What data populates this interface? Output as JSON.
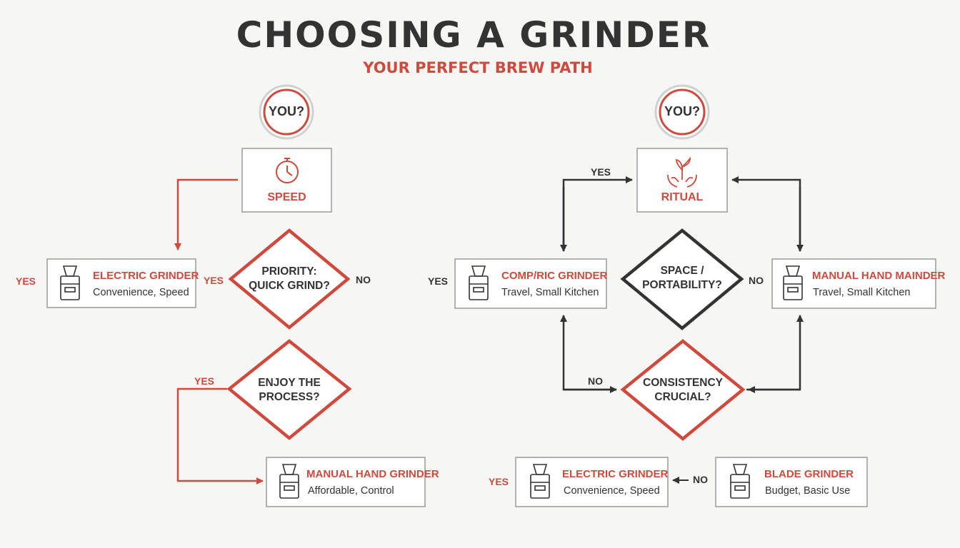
{
  "header": {
    "title": "CHOOSING A GRINDER",
    "subtitle": "YOUR PERFECT BREW PATH"
  },
  "colors": {
    "accent": "#cf4a3c",
    "dark": "#333333",
    "background": "#f6f6f5"
  },
  "left_path": {
    "start": "YOU?",
    "start_node": {
      "label": "SPEED",
      "icon": "stopwatch-icon"
    },
    "decision_1": {
      "line1": "PRIORITY:",
      "line2": "QUICK GRIND?",
      "no_label": "NO",
      "yes_label": "YES"
    },
    "decision_2": {
      "line1": "ENJOY THE",
      "line2": "PROCESS?",
      "yes_label": "YES"
    },
    "result_1": {
      "title": "ELECTRIC GRINDER",
      "subtitle": "Convenience, Speed",
      "icon": "grinder-icon",
      "yes_label": "YES"
    },
    "result_2": {
      "title": "MANUAL HAND GRINDER",
      "subtitle": "Affordable, Control",
      "icon": "grinder-icon"
    }
  },
  "right_path": {
    "start": "YOU?",
    "start_node": {
      "label": "RITUAL",
      "icon": "hands-plant-icon"
    },
    "top_yes_label": "YES",
    "decision_1": {
      "line1": "SPACE /",
      "line2": "PORTABILITY?",
      "no_label": "NO"
    },
    "decision_2": {
      "line1": "CONSISTENCY",
      "line2": "CRUCIAL?",
      "no_label": "NO"
    },
    "result_compact": {
      "title": "COMP/RIC GRINDER",
      "subtitle": "Travel, Small Kitchen",
      "icon": "grinder-icon",
      "yes_label": "YES"
    },
    "result_manual": {
      "title": "MANUAL HAND MAINDER",
      "subtitle": "Travel, Small Kitchen",
      "icon": "grinder-icon"
    },
    "result_electric": {
      "title": "ELECTRIC GRINDER",
      "subtitle": "Convenience, Speed",
      "icon": "grinder-icon",
      "yes_label": "YES"
    },
    "result_blade": {
      "title": "BLADE GRINDER",
      "subtitle": "Budget, Basic Use",
      "icon": "grinder-icon",
      "no_label": "NO"
    }
  }
}
